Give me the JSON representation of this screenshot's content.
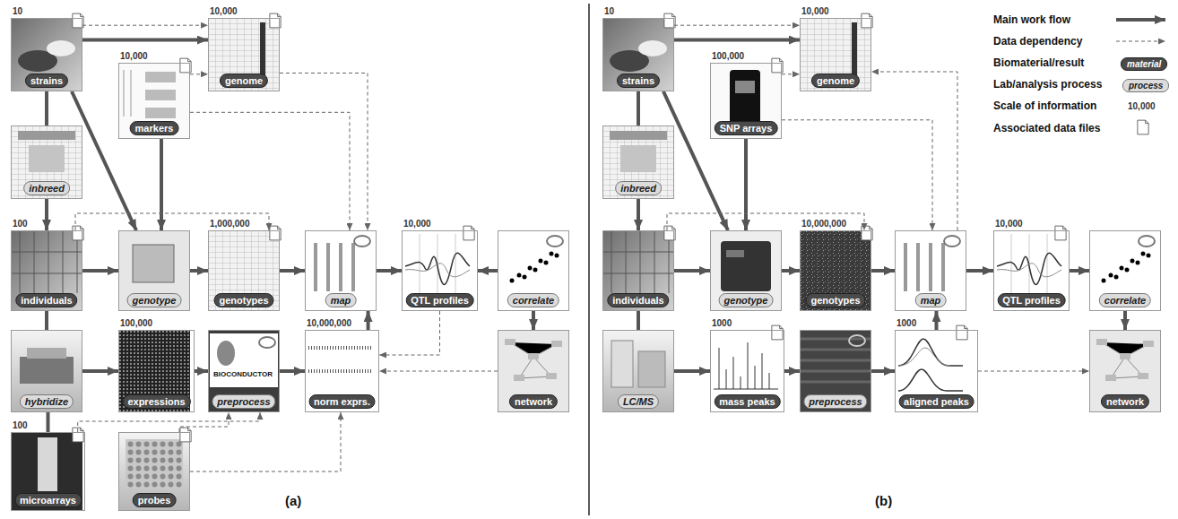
{
  "diagram": {
    "nodes": [
      {
        "text": [
          "10",
          "strains"
        ]
      },
      {
        "text": [
          "10,000",
          "genome"
        ]
      },
      {
        "text": [
          "10,000",
          "markers"
        ]
      },
      {
        "text": [
          "inbreed"
        ]
      },
      {
        "text": [
          "100",
          "individuals"
        ]
      },
      {
        "text": [
          "genotype"
        ]
      },
      {
        "text": [
          "1,000,000",
          "genotypes"
        ]
      },
      {
        "text": [
          "map"
        ]
      },
      {
        "text": [
          "10,000",
          "QTL profiles"
        ]
      },
      {
        "text": [
          "correlate"
        ]
      },
      {
        "text": [
          "hybridize"
        ]
      },
      {
        "text": [
          "100,000",
          "expressions"
        ]
      },
      {
        "text": [
          "preprocess"
        ]
      },
      {
        "text": [
          "10,000,000",
          "norm exprs."
        ]
      },
      {
        "text": [
          "network"
        ]
      },
      {
        "text": [
          "100",
          "microarrays"
        ]
      },
      {
        "text": [
          "probes"
        ]
      },
      {
        "text": [
          "10",
          "strains"
        ]
      },
      {
        "text": [
          "10,000",
          "genome"
        ]
      },
      {
        "text": [
          "100,000",
          "SNP arrays"
        ]
      },
      {
        "text": [
          "inbreed"
        ]
      },
      {
        "text": [
          "individuals"
        ]
      },
      {
        "text": [
          "genotype"
        ]
      },
      {
        "text": [
          "10,000,000",
          "genotypes"
        ]
      },
      {
        "text": [
          "map"
        ]
      },
      {
        "text": [
          "10,000",
          "QTL profiles"
        ]
      },
      {
        "text": [
          "correlate"
        ]
      },
      {
        "text": [
          "LC/MS"
        ]
      },
      {
        "text": [
          "1000",
          "mass peaks"
        ]
      },
      {
        "text": [
          "preprocess"
        ]
      },
      {
        "text": [
          "1000",
          "aligned peaks"
        ]
      },
      {
        "text": [
          "network"
        ]
      }
    ],
    "edges": [
      {
        "from": 0,
        "to": 1,
        "arrow": "to"
      },
      {
        "from": 0,
        "to": 3,
        "arrow": "none"
      },
      {
        "from": 0,
        "to": 5,
        "arrow": "to"
      },
      {
        "from": 2,
        "to": 5,
        "arrow": "to"
      },
      {
        "from": 3,
        "to": 4,
        "arrow": "to"
      },
      {
        "from": 4,
        "to": 5,
        "arrow": "to"
      },
      {
        "from": 5,
        "to": 6,
        "arrow": "to"
      },
      {
        "from": 6,
        "to": 7,
        "arrow": "to"
      },
      {
        "from": 7,
        "to": 8,
        "arrow": "to"
      },
      {
        "from": 9,
        "to": 8,
        "arrow": "to"
      },
      {
        "from": 9,
        "to": 14,
        "arrow": "to"
      },
      {
        "from": 4,
        "to": 10,
        "arrow": "none"
      },
      {
        "from": 10,
        "to": 11,
        "arrow": "to"
      },
      {
        "from": 11,
        "to": 12,
        "arrow": "to"
      },
      {
        "from": 12,
        "to": 13,
        "arrow": "to"
      },
      {
        "from": 13,
        "to": 7,
        "arrow": "to"
      },
      {
        "from": 15,
        "to": 10,
        "arrow": "none"
      },
      {
        "from": 0,
        "to": 1,
        "arrow": "to"
      },
      {
        "from": 2,
        "to": 1,
        "arrow": "to"
      },
      {
        "from": 2,
        "to": 7,
        "arrow": "to"
      },
      {
        "from": 1,
        "to": 7,
        "arrow": "to"
      },
      {
        "from": 4,
        "to": 6,
        "arrow": "to"
      },
      {
        "from": 15,
        "to": 12,
        "arrow": "to"
      },
      {
        "from": 16,
        "to": 12,
        "arrow": "to"
      },
      {
        "from": 16,
        "to": 13,
        "arrow": "to"
      },
      {
        "from": 14,
        "to": 13,
        "arrow": "to"
      },
      {
        "from": 8,
        "to": 13,
        "arrow": "to"
      },
      {
        "from": 17,
        "to": 18,
        "arrow": "to"
      },
      {
        "from": 17,
        "to": 20,
        "arrow": "none"
      },
      {
        "from": 17,
        "to": 22,
        "arrow": "to"
      },
      {
        "from": 19,
        "to": 22,
        "arrow": "to"
      },
      {
        "from": 20,
        "to": 21,
        "arrow": "to"
      },
      {
        "from": 21,
        "to": 22,
        "arrow": "to"
      },
      {
        "from": 22,
        "to": 23,
        "arrow": "to"
      },
      {
        "from": 23,
        "to": 24,
        "arrow": "to"
      },
      {
        "from": 24,
        "to": 25,
        "arrow": "to"
      },
      {
        "from": 25,
        "to": 26,
        "arrow": "to"
      },
      {
        "from": 26,
        "to": 31,
        "arrow": "to"
      },
      {
        "from": 21,
        "to": 27,
        "arrow": "none"
      },
      {
        "from": 27,
        "to": 28,
        "arrow": "to"
      },
      {
        "from": 28,
        "to": 29,
        "arrow": "to"
      },
      {
        "from": 29,
        "to": 30,
        "arrow": "to"
      },
      {
        "from": 30,
        "to": 24,
        "arrow": "to"
      },
      {
        "from": 17,
        "to": 18,
        "arrow": "to"
      },
      {
        "from": 19,
        "to": 18,
        "arrow": "to"
      },
      {
        "from": 19,
        "to": 24,
        "arrow": "to"
      },
      {
        "from": 24,
        "to": 18,
        "arrow": "to"
      },
      {
        "from": 21,
        "to": 23,
        "arrow": "to"
      },
      {
        "from": 30,
        "to": 31,
        "arrow": "to"
      }
    ],
    "labels": [
      "(a)",
      "(b)",
      "BIOCONDUCTOR",
      "material",
      "process",
      "10,000"
    ],
    "legend": [
      {
        "text": "Main work flow"
      },
      {
        "text": "Data dependency"
      },
      {
        "text": "Biomaterial/result"
      },
      {
        "text": "Lab/analysis process"
      },
      {
        "text": "Scale of information"
      },
      {
        "text": "Associated data files"
      }
    ]
  }
}
